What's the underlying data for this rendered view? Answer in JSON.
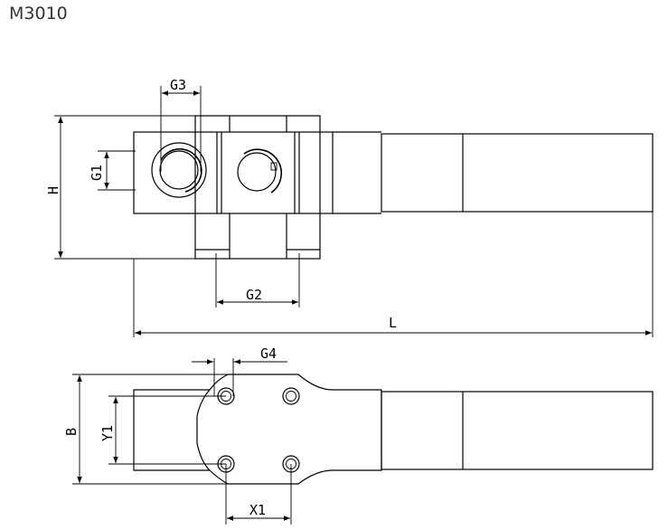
{
  "title": "M3010",
  "labels": {
    "g1": "G1",
    "g2": "G2",
    "g3": "G3",
    "g4": "G4",
    "h": "H",
    "l": "L",
    "b": "B",
    "y1": "Y1",
    "x1": "X1"
  }
}
